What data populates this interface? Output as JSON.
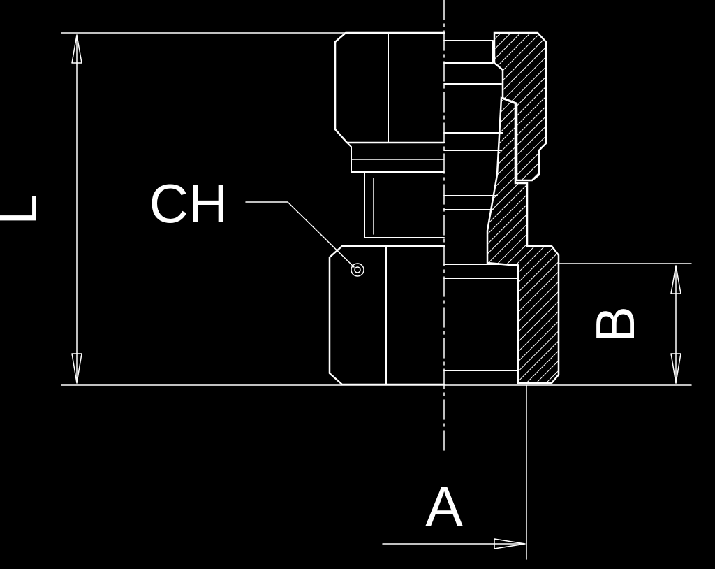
{
  "labels": {
    "length": "L",
    "hex": "CH",
    "thread_length": "B",
    "thread_size": "A"
  },
  "colors": {
    "background": "#000000",
    "line": "#ffffff"
  }
}
